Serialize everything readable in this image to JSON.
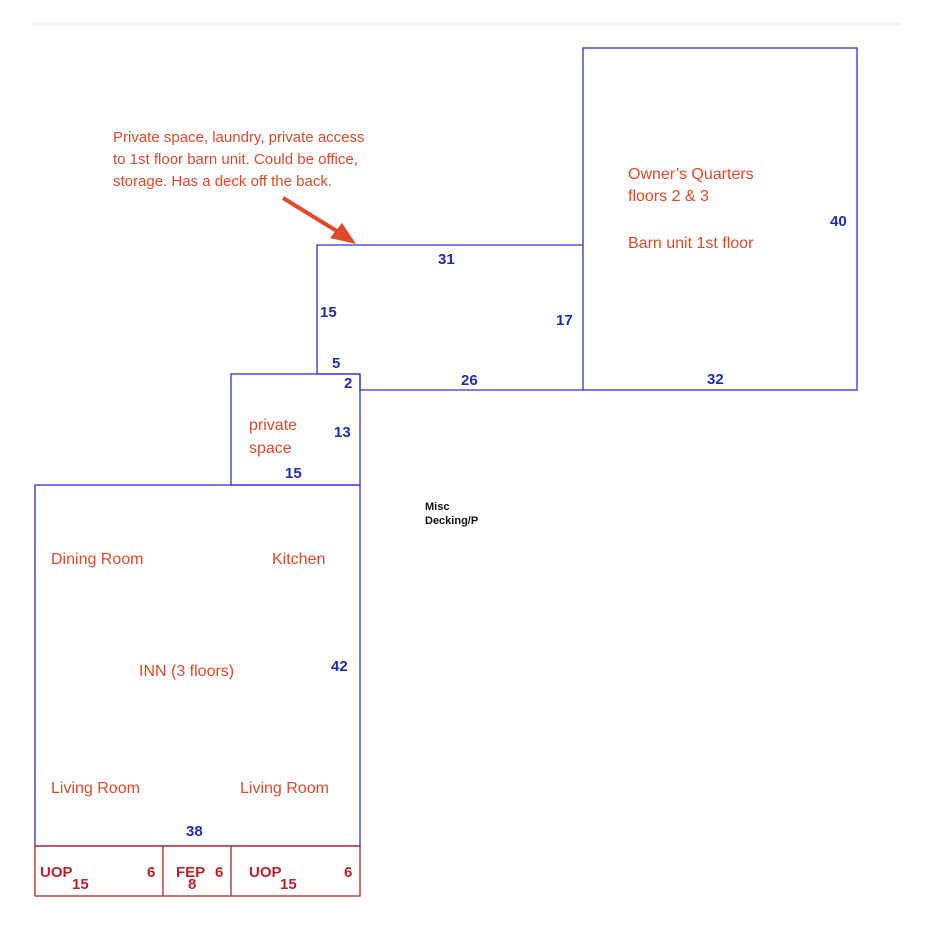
{
  "colors": {
    "outline": "#3333cc",
    "dimension": "#1f2fa8",
    "label": "#e04a2b",
    "unit_outline": "#b3262d",
    "unit_text": "#b3262d",
    "divider": "#e2e2e2",
    "small_text": "#111111"
  },
  "annotation": {
    "lines": [
      "Private space, laundry, private access",
      "to 1st floor barn unit. Could be office,",
      "storage. Has a deck off the back."
    ]
  },
  "owners_quarters": {
    "line1": "Owner’s Quarters",
    "line2": "floors 2 & 3",
    "line3": "Barn unit 1st floor",
    "dim_right": "40",
    "dim_bottom": "32"
  },
  "mid_section": {
    "dim_top": "31",
    "dim_left": "15",
    "dim_right": "17",
    "dim_bottom": "26",
    "dim_step_a": "5",
    "dim_step_b": "2"
  },
  "private_space": {
    "line1": "private",
    "line2": "space",
    "dim_right": "13",
    "dim_bottom": "15"
  },
  "misc": {
    "line1": "Misc",
    "line2": "Decking/P"
  },
  "inn": {
    "title": "INN (3 floors)",
    "dining": "Dining Room",
    "kitchen": "Kitchen",
    "living_left": "Living Room",
    "living_right": "Living Room",
    "dim_right": "42",
    "dim_bottom": "38"
  },
  "units": [
    {
      "label": "UOP",
      "sub": "15",
      "side": "6"
    },
    {
      "label": "FEP",
      "sub": "8",
      "side": "6"
    },
    {
      "label": "UOP",
      "sub": "15",
      "side": "6"
    }
  ]
}
